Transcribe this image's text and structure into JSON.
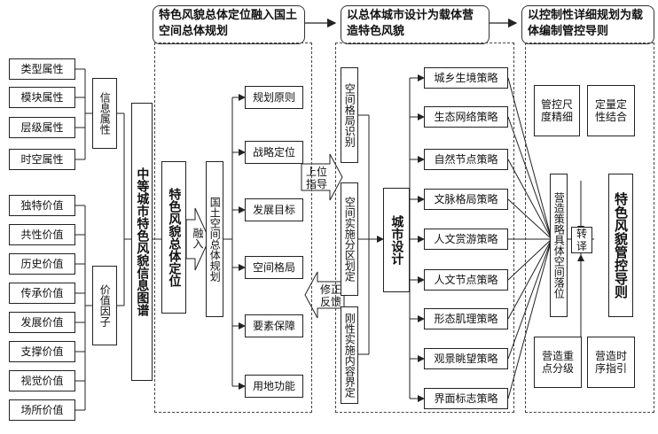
{
  "headers": {
    "h1": "特色风貌总体定位融入国土空间总体规划",
    "h2": "以总体城市设计为载体营造特色风貌",
    "h3": "以控制性详细规划为载体编制管控导则"
  },
  "attributes": [
    "类型属性",
    "模块属性",
    "层级属性",
    "时空属性"
  ],
  "values": [
    "独特价值",
    "共性价值",
    "历史价值",
    "传承价值",
    "发展价值",
    "支撑价值",
    "视觉价值",
    "场所价值"
  ],
  "info_attr": "信息属性",
  "value_factor": "价值因子",
  "atlas": "中等城市特色风貌信息图谱",
  "positioning": "特色风貌总体定位",
  "integrate": "融入",
  "master_plan": "国土空间总体规划",
  "plan_items": [
    "规划原则",
    "战略定位",
    "发展目标",
    "空间格局",
    "要素保障",
    "用地功能"
  ],
  "upper_guide": "上位指导",
  "revise_feedback": "修正反馈",
  "mid_items": [
    "空间格局识别",
    "空间实施分区划定",
    "刚性实施内容界定"
  ],
  "urban_design": "城市设计",
  "strategies": [
    "城乡生境策略",
    "生态网络策略",
    "自然节点策略",
    "文脉格局策略",
    "人文赏游策略",
    "人文节点策略",
    "形态肌理策略",
    "观景眺望策略",
    "界面标志策略"
  ],
  "control_items": [
    "管控尺度精细",
    "定量定性结合",
    "营造重点分级",
    "营造时序指引"
  ],
  "landing": "营造策略具体空间落位",
  "translate": "转译",
  "guideline": "特色风貌管控导则"
}
